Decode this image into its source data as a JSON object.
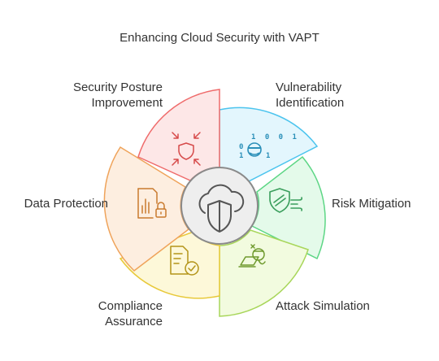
{
  "title": "Enhancing Cloud Security with VAPT",
  "segments": [
    {
      "id": "vulnerability",
      "lines": [
        "Vulnerability",
        "Identification"
      ],
      "icon": "binary-hacker-icon",
      "fill": "#e3f6fd",
      "stroke": "#4cc4ee"
    },
    {
      "id": "risk",
      "lines": [
        "Risk Mitigation"
      ],
      "icon": "shield-wind-icon",
      "fill": "#e4faea",
      "stroke": "#5dd685"
    },
    {
      "id": "attack",
      "lines": [
        "Attack Simulation"
      ],
      "icon": "pirate-laptop-icon",
      "fill": "#f2fbdf",
      "stroke": "#a8d65a"
    },
    {
      "id": "compliance",
      "lines": [
        "Compliance",
        "Assurance"
      ],
      "icon": "document-check-icon",
      "fill": "#fdf8d9",
      "stroke": "#e8c93a"
    },
    {
      "id": "data",
      "lines": [
        "Data Protection"
      ],
      "icon": "chart-lock-icon",
      "fill": "#fdeee0",
      "stroke": "#efa35a"
    },
    {
      "id": "posture",
      "lines": [
        "Security Posture",
        "Improvement"
      ],
      "icon": "shield-arrows-icon",
      "fill": "#fde7e7",
      "stroke": "#ef6b6b"
    }
  ],
  "center_icon": "cloud-shield-icon"
}
